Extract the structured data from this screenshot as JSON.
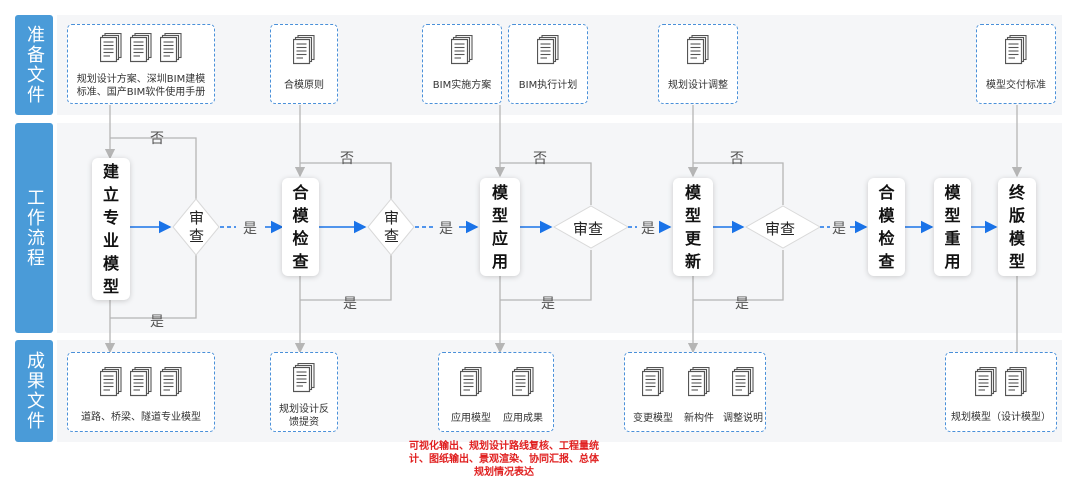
{
  "bands": {
    "prep": "准备文件",
    "flow": "工作流程",
    "output": "成果文件"
  },
  "prep_docs": [
    "规划设计方案、深圳BIM建模标准、国产BIM软件使用手册",
    "合模原则",
    "BIM实施方案",
    "BIM执行计划",
    "规划设计调整",
    "模型交付标准"
  ],
  "process_steps": [
    "建立专业模型",
    "合模检查",
    "模型应用",
    "模型更新",
    "合模检查",
    "模型重用",
    "终版模型"
  ],
  "review_label": "审查",
  "yes_label": "是",
  "no_label": "否",
  "output_docs": {
    "o1": "道路、桥梁、隧道专业模型",
    "o2": "规划设计反馈提资",
    "o3_a": "应用模型",
    "o3_b": "应用成果",
    "o4_a": "变更模型",
    "o4_b": "新构件",
    "o4_c": "调整说明",
    "o5": "规划模型（设计模型）"
  },
  "application_note": "可视化输出、规划设计路线复核、工程量统计、图纸输出、景观渲染、协同汇报、总体规划情况表达",
  "colors": {
    "band_label": "#4a9bd8",
    "arrow": "#1a73e8",
    "connector": "#bbbbbb",
    "dashed_border": "#4a90d9",
    "note_red": "#e02020"
  }
}
